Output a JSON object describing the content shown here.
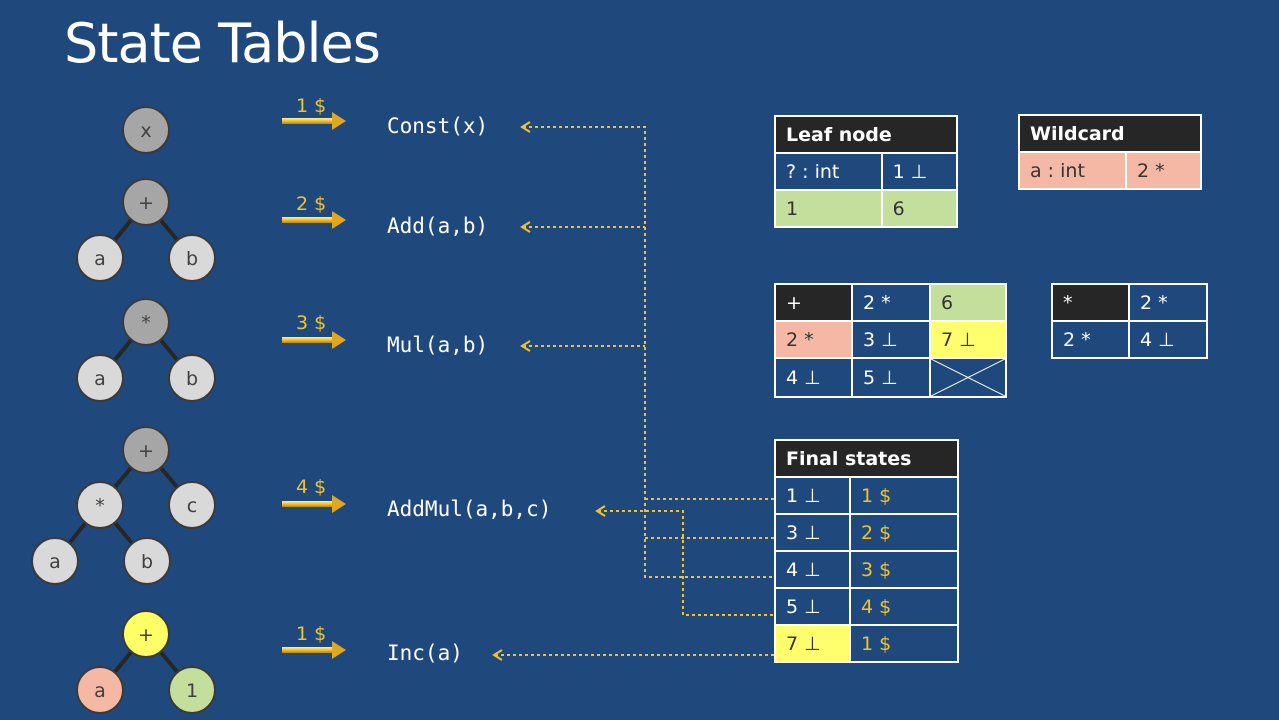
{
  "title": "State Tables",
  "trees": [
    {
      "nodes": [
        "x"
      ]
    },
    {
      "nodes": [
        "+",
        "a",
        "b"
      ]
    },
    {
      "nodes": [
        "*",
        "a",
        "b"
      ]
    },
    {
      "nodes": [
        "+",
        "*",
        "c",
        "a",
        "b"
      ]
    },
    {
      "nodes": [
        "+",
        "a",
        "1"
      ]
    }
  ],
  "rules": [
    {
      "cost": "1 $",
      "code": "Const(x)"
    },
    {
      "cost": "2 $",
      "code": "Add(a,b)"
    },
    {
      "cost": "3 $",
      "code": "Mul(a,b)"
    },
    {
      "cost": "4 $",
      "code": "AddMul(a,b,c)"
    },
    {
      "cost": "1 $",
      "code": "Inc(a)"
    }
  ],
  "leaf_table": {
    "header": "Leaf node",
    "rows": [
      [
        "? : int",
        "1 ⊥"
      ],
      [
        "1",
        "6"
      ]
    ]
  },
  "wildcard_table": {
    "header": "Wildcard",
    "rows": [
      [
        "a : int",
        "2 *"
      ]
    ]
  },
  "plus_table": {
    "rows": [
      [
        "+",
        "2 *",
        "6"
      ],
      [
        "2 *",
        "3 ⊥",
        "7 ⊥"
      ],
      [
        "4 ⊥",
        "5 ⊥",
        ""
      ]
    ]
  },
  "mul_table": {
    "rows": [
      [
        "*",
        "2 *"
      ],
      [
        "2 *",
        "4 ⊥"
      ]
    ]
  },
  "final_table": {
    "header": "Final states",
    "rows": [
      [
        "1 ⊥",
        "1 $"
      ],
      [
        "3 ⊥",
        "2 $"
      ],
      [
        "4 ⊥",
        "3 $"
      ],
      [
        "5 ⊥",
        "4 $"
      ],
      [
        "7 ⊥",
        "1 $"
      ]
    ]
  },
  "colors": {
    "background": "#1f497d",
    "gold": "#f2c12e",
    "node_gray": "#a6a6a6",
    "node_light": "#d9d9d9",
    "node_yellow": "#ffff66",
    "node_pink": "#f4b8a4",
    "node_green": "#c4df9b"
  }
}
